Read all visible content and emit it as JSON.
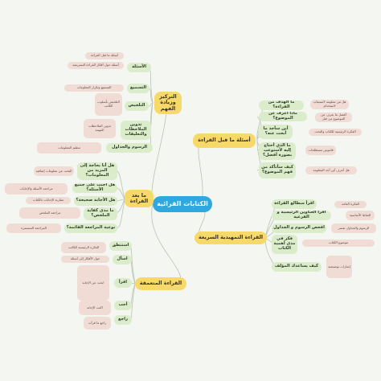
{
  "center": "الكتابات القرائية",
  "main": {
    "before": "أسئلة ما قبل القراءة",
    "quick": "القراءة التمهيدية السريعة",
    "focus": "التركيز وزيادة الفهم",
    "after": "ما بعد القراءة",
    "deep": "القراءة المتعمقة"
  },
  "before": {
    "b1": "ما الهدف من القراءة؟",
    "b2": "ماذا أعرف عن الموضوع؟",
    "b3": "أين سأجد ما أبحث عنه؟",
    "b4": "ما الذي أحتاج إليه لأستوعب بصورة أفضل؟",
    "b5": "كيف سأتأكد من فهم الموضوع؟",
    "l1": "هل من معلومة لاستيعاب لاستخدام",
    "l2": "أفضل ما يعرف عن الموضوع من قبل",
    "l3": "الفكرة الرئيسية للكتاب والبحث",
    "l4": "قاموس مصطلحات",
    "l5": "هل أعرف أين أجد المعلومة"
  },
  "quick": {
    "q1": "اقرأ سطالع القراءة",
    "q2": "اقرأ العناوين الرئيسية و الفرعية",
    "q3": "افحص الرسوم و الجداول",
    "q4": "فكر في مدى أهمية الكتاب",
    "q5": "كيف يساعدك المؤلف",
    "l1": "الفكرة العامة",
    "l2": "النقاط الأساسية",
    "l3": "الرسوم والجداول تفسر",
    "l4": "موضوع الكتاب",
    "l5": "إشارات توضيحية"
  },
  "focus": {
    "f1": "الأسئلة",
    "f2": "التسميع",
    "f3": "التلخيص",
    "f4": "تدوين الملاحظات والتعليقات",
    "f5": "الرسوم والجداول",
    "l1": "أسئلة ما قبل القراءة",
    "l2": "أسئلة حول أفكار القراءة التسريعية",
    "l3": "التسميع وتكرار المعلومات",
    "l4": "التلخيص بأسلوب الكاتب",
    "l5": "تدوين الملاحظات المهمة",
    "l6": "تنظيم المعلومات"
  },
  "after": {
    "a1": "هل أنا بحاجة إلى المزيد من المعلومات؟",
    "a2": "هل أجبت على جميع الأسئلة؟",
    "a3": "هل الأجابة صحيحة؟",
    "a4": "ما مدى كفاية الملخص؟",
    "a5": "نوعية المراجعة القائمة؟",
    "l1": "البحث عن معلومات إضافية",
    "l2": "مراجعة الأسئلة والإجابات",
    "l3": "مقارنة الإجابات بالكتاب",
    "l4": "مراجعة الملخص",
    "l5": "المراجعة المستمرة"
  },
  "deep": {
    "d1": "استنطق",
    "d2": "اسأل",
    "d3": "اقرأ",
    "d4": "أجب",
    "d5": "راجع",
    "l1": "الفكرة الرئيسية للكاتب",
    "l2": "حول الأفكار إلى أسئلة",
    "l3": "ابحث عن الإجابة",
    "l4": "اكتب الإجابة",
    "l5": "راجع ما قرأت"
  }
}
